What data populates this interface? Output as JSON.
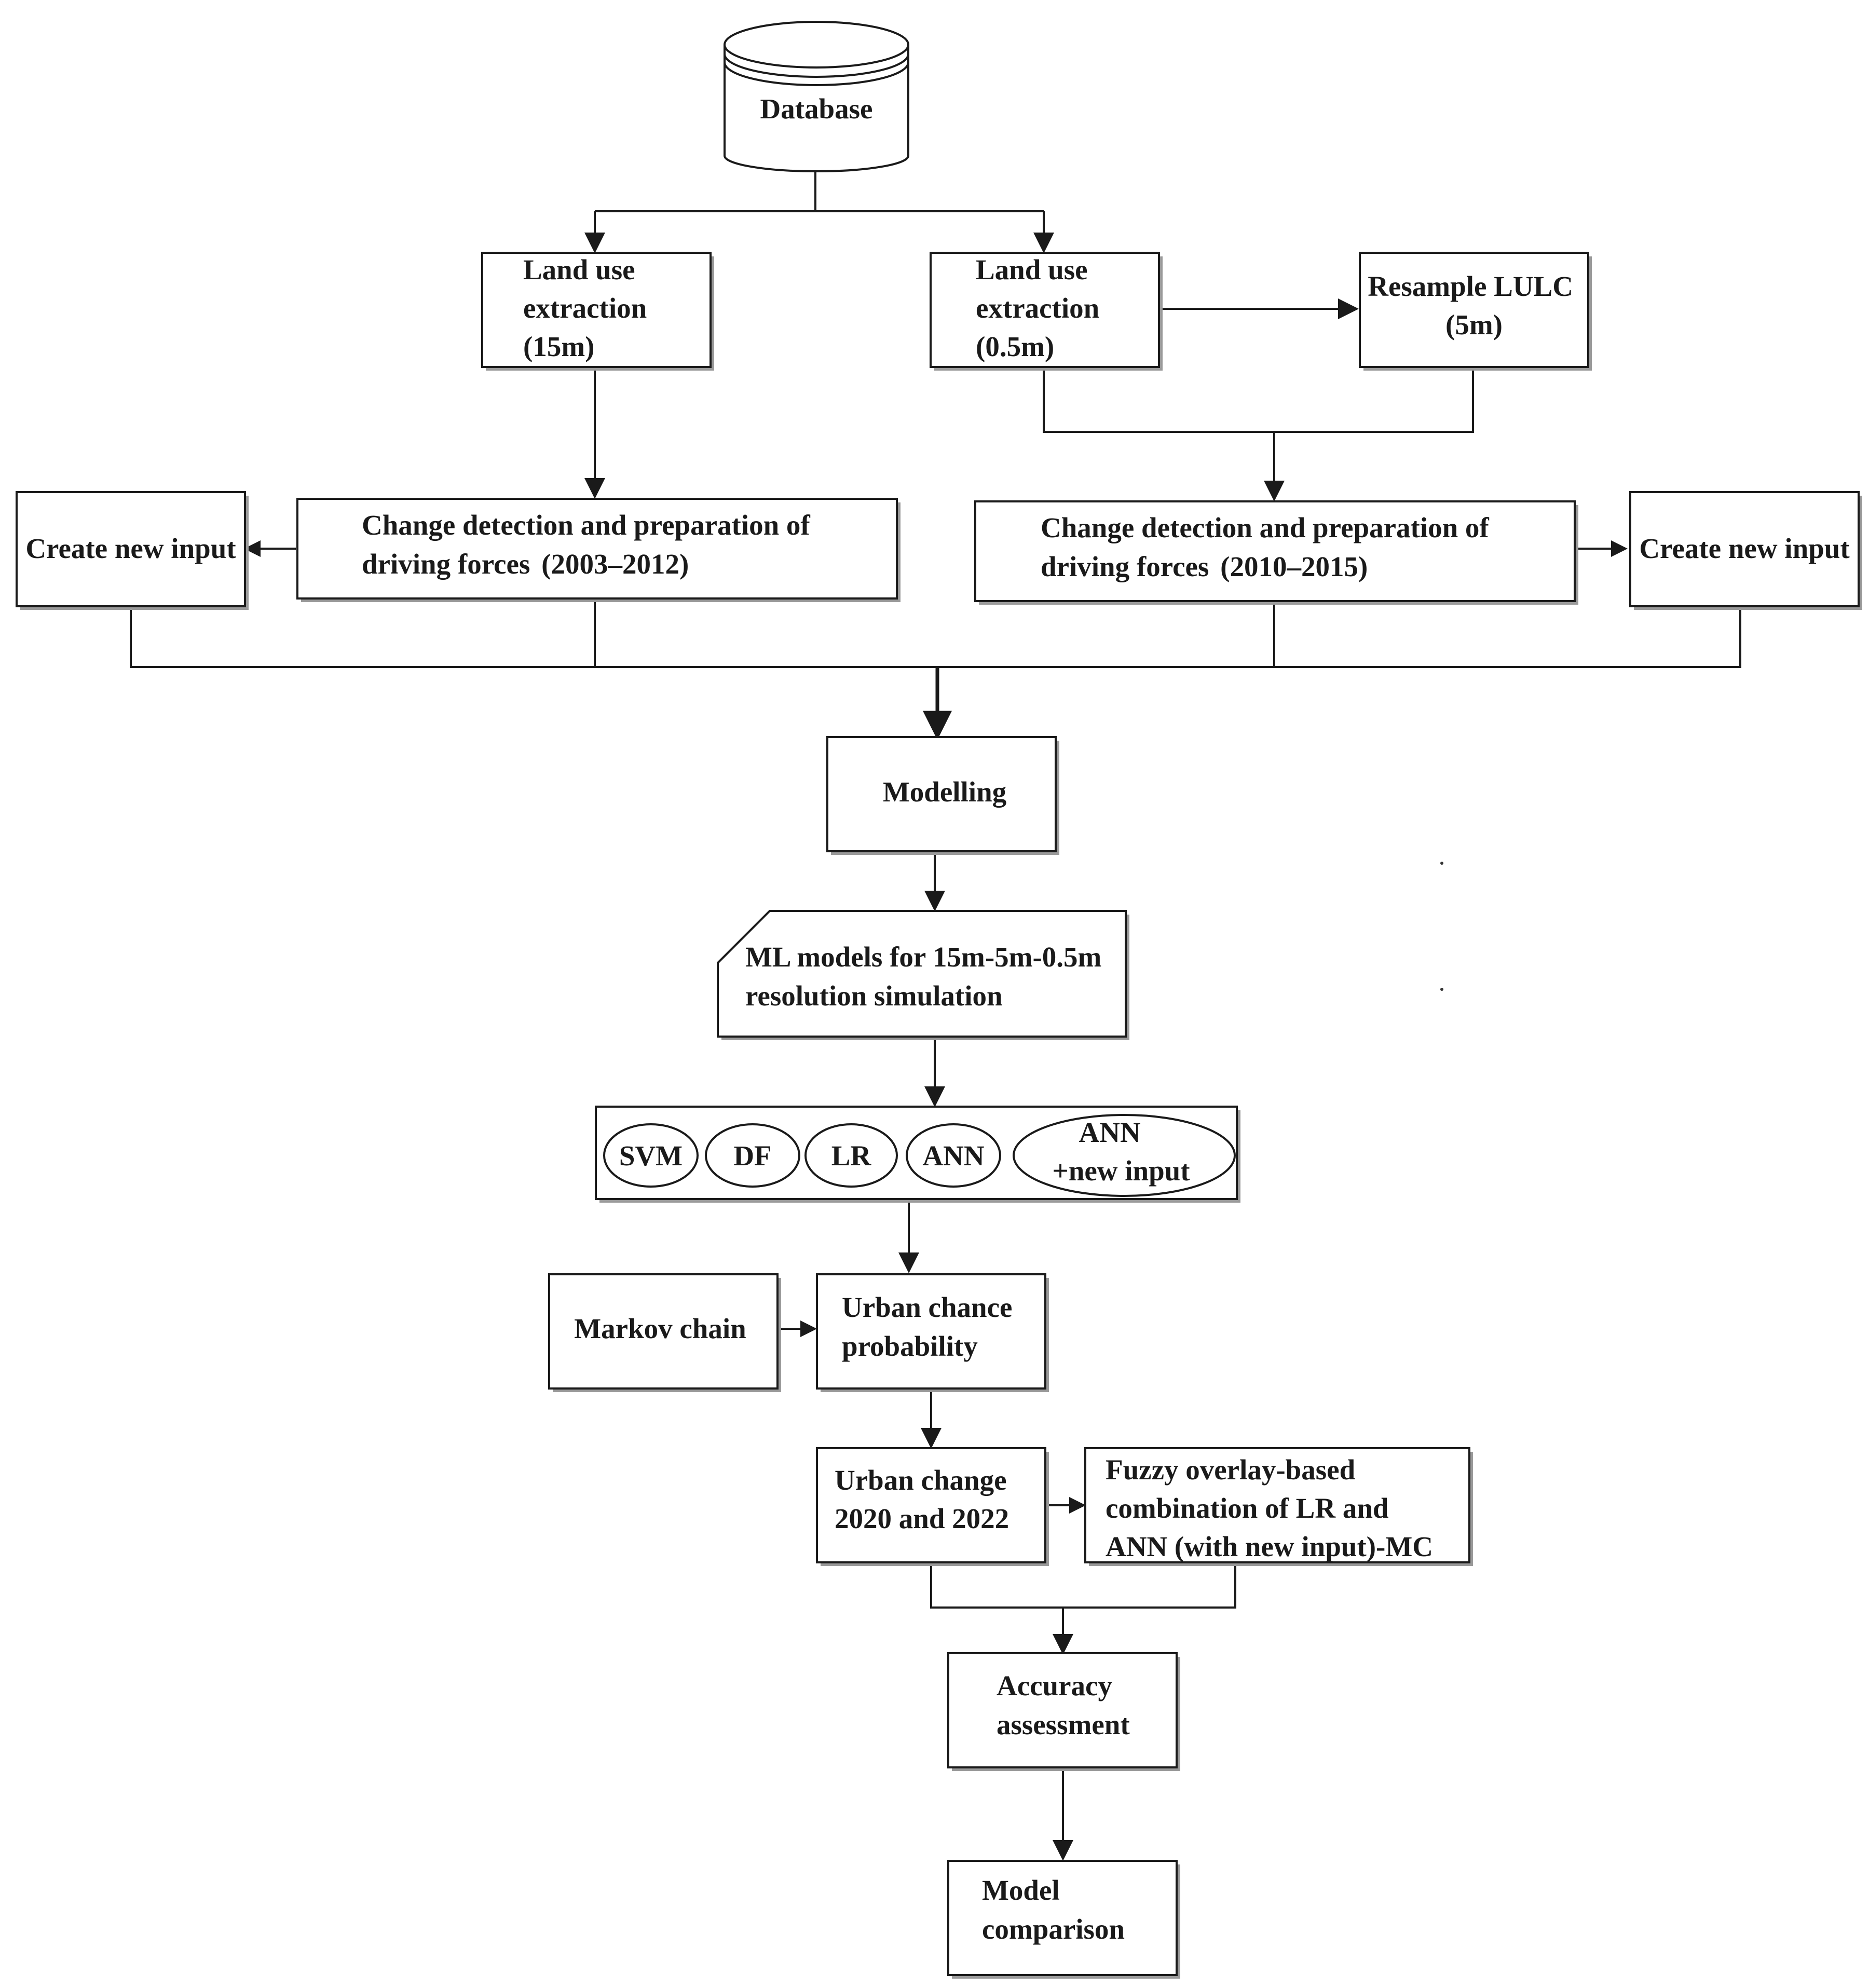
{
  "nodes": {
    "database": "Database",
    "landuse_15m": [
      "Land use",
      "extraction",
      "(15m)"
    ],
    "landuse_05m": [
      "Land use",
      "extraction",
      "(0.5m)"
    ],
    "resample": [
      "Resample LULC",
      "(5m)"
    ],
    "change_left": [
      "Change detection and preparation of",
      "driving forces",
      "(2003–2012)"
    ],
    "change_right": [
      "Change detection and preparation of",
      "driving forces",
      "(2010–2015)"
    ],
    "create_left": "Create new input",
    "create_right": "Create new input",
    "modelling": "Modelling",
    "ml_models": [
      "ML models for 15m-5m-0.5m",
      "resolution simulation"
    ],
    "models": [
      "SVM",
      "DF",
      "LR",
      "ANN"
    ],
    "ann_new": [
      "ANN",
      "+new input"
    ],
    "markov": "Markov chain",
    "urban_prob": [
      "Urban chance",
      "probability"
    ],
    "urban_change": [
      "Urban change",
      "2020 and 2022"
    ],
    "fuzzy": [
      "Fuzzy overlay-based",
      "combination of LR and",
      "ANN (with new input)-MC"
    ],
    "accuracy": [
      "Accuracy",
      "assessment"
    ],
    "comparison": [
      "Model",
      "comparison"
    ]
  }
}
